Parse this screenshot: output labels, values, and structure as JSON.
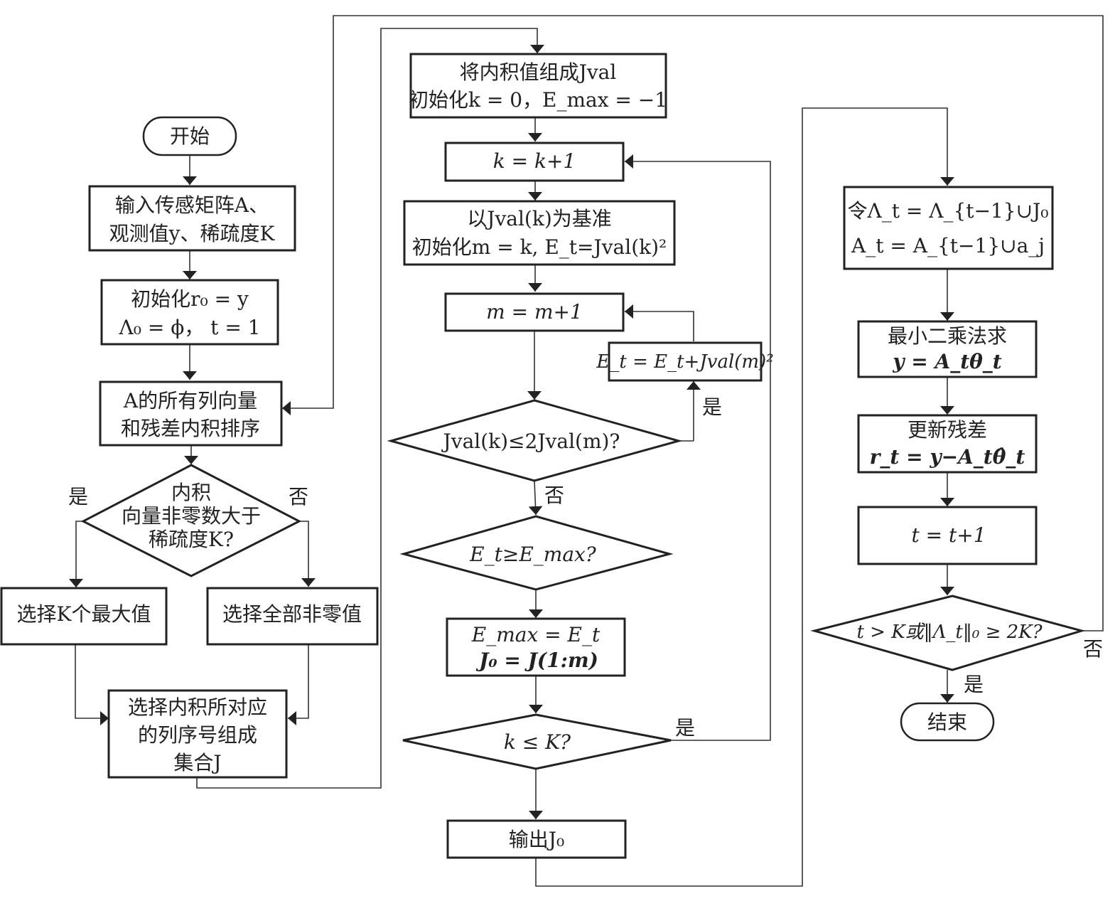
{
  "nodes": {
    "start": {
      "text": "开始"
    },
    "input": {
      "line1": "输入传感矩阵A、",
      "line2": "观测值y、稀疏度K"
    },
    "init1": {
      "line1": "初始化r₀ = y",
      "line2": "Λ₀ = ϕ， t = 1"
    },
    "sort": {
      "line1": "A的所有列向量",
      "line2": "和残差内积排序"
    },
    "decision1": {
      "line1": "内积",
      "line2": "向量非零数大于",
      "line3": "稀疏度K?"
    },
    "selectK": {
      "text": "选择K个最大值"
    },
    "selectAll": {
      "text": "选择全部非零值"
    },
    "setJ": {
      "line1": "选择内积所对应",
      "line2": "的列序号组成",
      "line3": "集合J"
    },
    "jval": {
      "line1": "将内积值组成Jval",
      "line2": "初始化k = 0，E_max = −1"
    },
    "kinc": {
      "text": "k = k+1"
    },
    "base": {
      "line1": "以Jval(k)为基准",
      "line2": "初始化m = k, E_t=Jval(k)²"
    },
    "minc": {
      "text": "m = m+1"
    },
    "etupd": {
      "text": "E_t = E_t+Jval(m)²"
    },
    "decision2": {
      "text": "Jval(k)≤2Jval(m)?"
    },
    "decision3": {
      "text": "E_t≥E_max?"
    },
    "emax": {
      "line1": "E_max = E_t",
      "line2": "J₀ = J(1:m)"
    },
    "decision4": {
      "text": "k ≤ K?"
    },
    "output": {
      "text": "输出J₀"
    },
    "lambda": {
      "line1": "令Λ_t = Λ_{t−1}∪J₀",
      "line2": "A_t = A_{t−1}∪a_j"
    },
    "ls": {
      "line1": "最小二乘法求",
      "line2": "y = A_tθ_t"
    },
    "resid": {
      "line1": "更新残差",
      "line2": "r_t = y−A_tθ̂_t"
    },
    "tinc": {
      "text": "t = t+1"
    },
    "decision5": {
      "text": "t > K或‖Λ_t‖₀ ≥ 2K?"
    },
    "end": {
      "text": "结束"
    }
  },
  "labels": {
    "yes": "是",
    "no": "否"
  }
}
